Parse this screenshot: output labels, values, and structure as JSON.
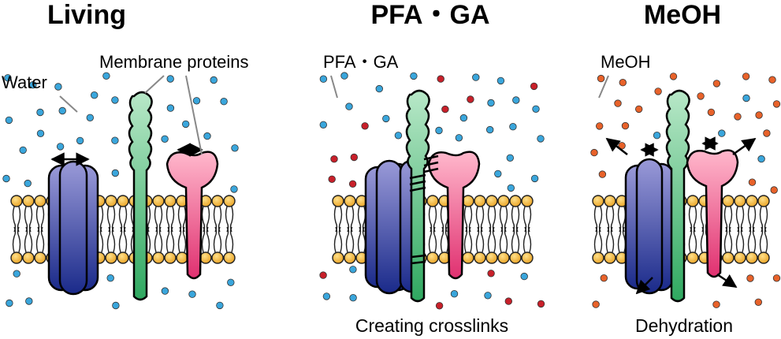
{
  "panels": [
    {
      "title": "Living",
      "labels": {
        "water": "Water",
        "proteins": "Membrane proteins"
      },
      "caption": ""
    },
    {
      "title": "PFA・GA",
      "labels": {
        "fixative": "PFA・GA"
      },
      "caption": "Creating crosslinks"
    },
    {
      "title": "MeOH",
      "labels": {
        "solvent": "MeOH"
      },
      "caption": "Dehydration"
    }
  ],
  "colors": {
    "water": "#3aa6dc",
    "fixative": "#c8202a",
    "solvent": "#e8622a",
    "lipid_head": "#f4b940",
    "channel_protein": "#3f3f9a",
    "helix_protein": "#5fbf80",
    "funnel_protein": "#e8689a"
  }
}
